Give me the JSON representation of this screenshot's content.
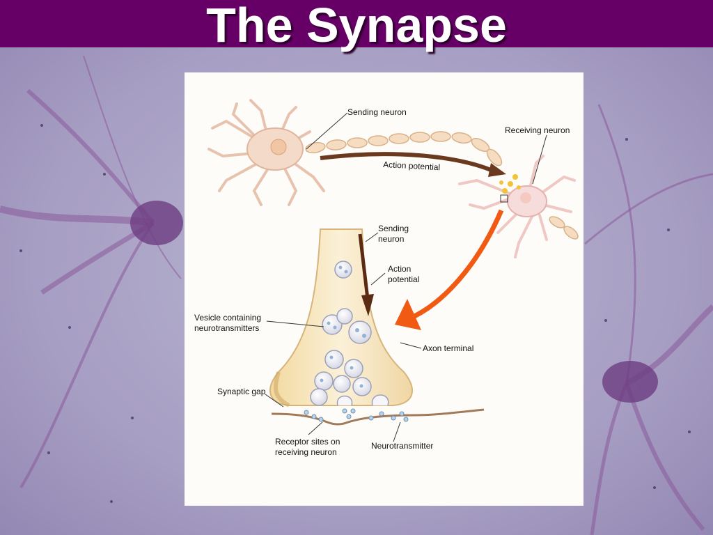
{
  "slide": {
    "title": "The Synapse",
    "accent_color": "#660066"
  },
  "diagram": {
    "labels": {
      "sending_neuron_top": "Sending neuron",
      "receiving_neuron": "Receiving neuron",
      "action_potential_top": "Action potential",
      "sending_neuron_line1": "Sending",
      "sending_neuron_line2": "neuron",
      "action_potential_line1": "Action",
      "action_potential_line2": "potential",
      "vesicle_line1": "Vesicle containing",
      "vesicle_line2": "neurotransmitters",
      "axon_terminal": "Axon terminal",
      "synaptic_gap": "Synaptic gap",
      "receptor_line1": "Receptor sites on",
      "receptor_line2": "receiving neuron",
      "neurotransmitter": "Neurotransmitter"
    }
  }
}
